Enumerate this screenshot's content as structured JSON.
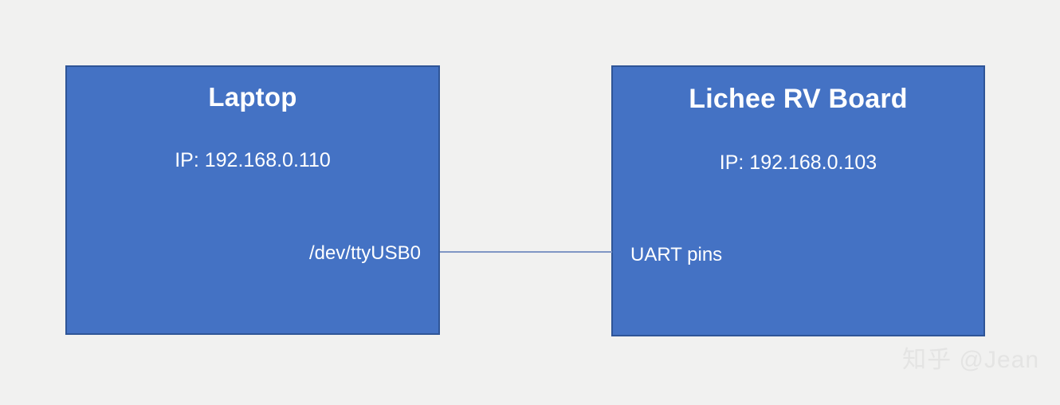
{
  "diagram": {
    "background_color": "#f1f1f0",
    "nodes": [
      {
        "id": "laptop",
        "title": "Laptop",
        "subtitle": "IP: 192.168.0.110",
        "port_label": "/dev/ttyUSB0",
        "fill_color": "#4472c4",
        "border_color": "#2f5597",
        "text_color": "#ffffff"
      },
      {
        "id": "board",
        "title": "Lichee RV Board",
        "subtitle": "IP: 192.168.0.103",
        "port_label": "UART pins",
        "fill_color": "#4472c4",
        "border_color": "#2f5597",
        "text_color": "#ffffff"
      }
    ],
    "connector": {
      "from": "laptop",
      "to": "board",
      "label": "",
      "color": "#8096c4",
      "style": "solid"
    },
    "watermark": {
      "text": "知乎 @Jean",
      "color": "#e4e4e3"
    }
  }
}
